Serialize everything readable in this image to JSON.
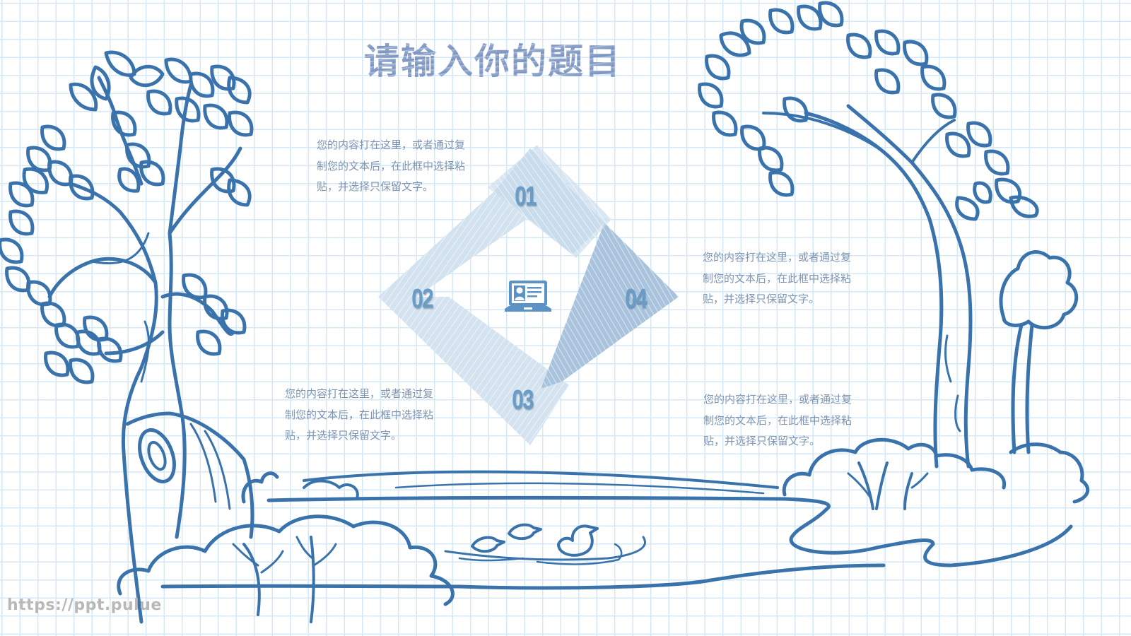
{
  "slide": {
    "title": "请输入你的题目",
    "center_icon": "laptop-user-icon",
    "steps": [
      {
        "number": "01",
        "lines": [
          "您的内容打在这里，或者通过复",
          "制您的文本后，在此框中选择粘",
          "贴，并选择只保留文字。"
        ]
      },
      {
        "number": "02",
        "lines": [
          "您的内容打在这里，或者通过复",
          "制您的文本后，在此框中选择粘",
          "贴，并选择只保留文字。"
        ]
      },
      {
        "number": "03",
        "lines": [
          "您的内容打在这里，或者通过复",
          "制您的文本后，在此框中选择粘",
          "贴，并选择只保留文字。"
        ]
      },
      {
        "number": "04",
        "lines": [
          "您的内容打在这里，或者通过复",
          "制您的文本后，在此框中选择粘",
          "贴，并选择只保留文字。"
        ]
      }
    ],
    "watermark": "https://ppt.pulue",
    "colors": {
      "line_art": "#3a73ab",
      "grid": "#d4e8f6",
      "title": "#8ea6cb",
      "body_text": "#7d95b2",
      "number": "#6a9cc8",
      "diamond_light": "#cfdeeb",
      "diamond_mid": "#a9c3dc"
    },
    "illustration": [
      "tree-left",
      "tree-right",
      "river",
      "ducks",
      "bushes"
    ]
  }
}
